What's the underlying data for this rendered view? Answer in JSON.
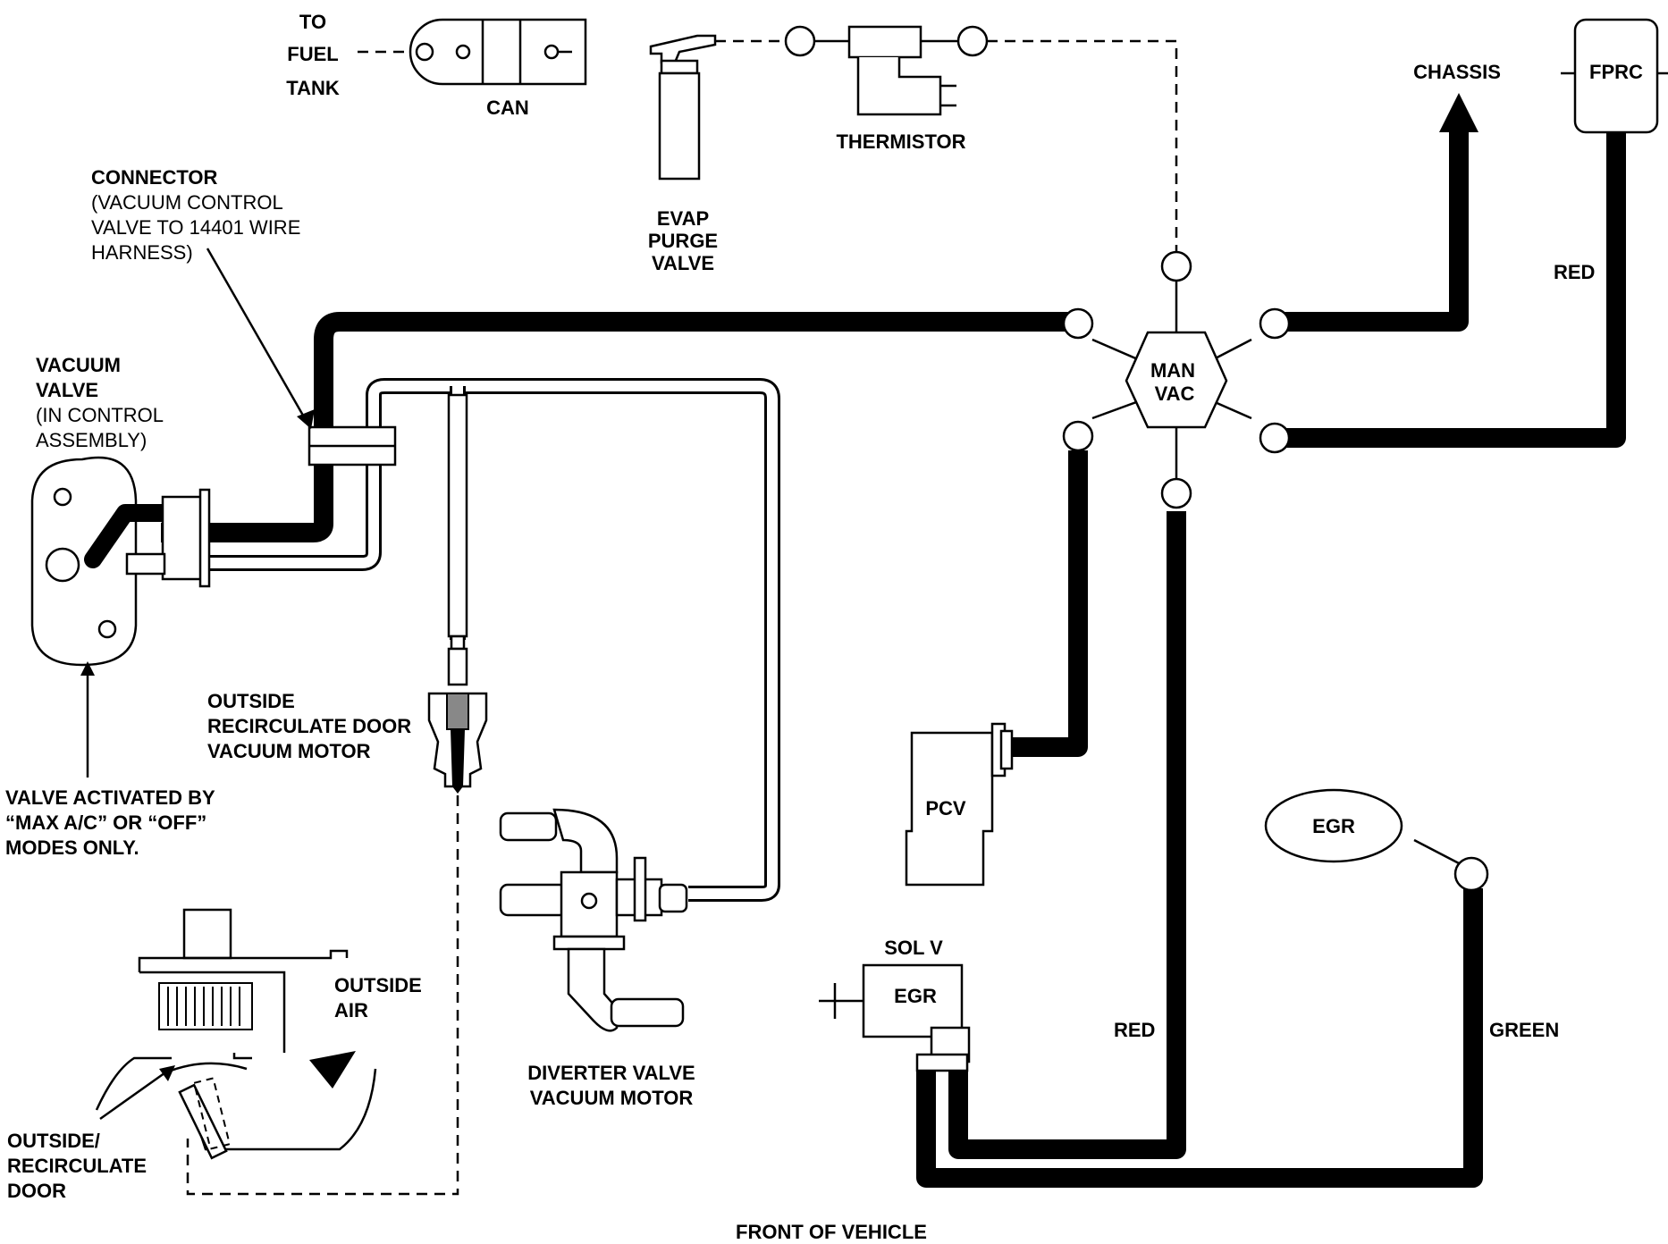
{
  "labels": {
    "to_fuel_tank": [
      "TO",
      "FUEL",
      "TANK"
    ],
    "can": "CAN",
    "evap_purge_valve": [
      "EVAP",
      "PURGE",
      "VALVE"
    ],
    "thermistor": "THERMISTOR",
    "chassis": "CHASSIS",
    "fprc": "FPRC",
    "connector": [
      "CONNECTOR",
      "(VACUUM CONTROL",
      "VALVE TO 14401 WIRE",
      "HARNESS)"
    ],
    "vacuum_valve": [
      "VACUUM",
      "VALVE",
      "(IN CONTROL",
      "ASSEMBLY)"
    ],
    "red_upper": "RED",
    "man_vac": [
      "MAN",
      "VAC"
    ],
    "outside_recirculate_door_vacuum_motor": [
      "OUTSIDE",
      "RECIRCULATE DOOR",
      "VACUUM MOTOR"
    ],
    "valve_activated": [
      "VALVE ACTIVATED BY",
      "“MAX A/C” OR “OFF”",
      "MODES ONLY."
    ],
    "pcv": "PCV",
    "egr_top": "EGR",
    "sol_v": "SOL V",
    "egr_sol": "EGR",
    "outside_air": [
      "OUTSIDE",
      "AIR"
    ],
    "diverter_valve_vacuum_motor": [
      "DIVERTER VALVE",
      "VACUUM MOTOR"
    ],
    "red_lower": "RED",
    "green": "GREEN",
    "outside_recirculate_door": [
      "OUTSIDE/",
      "RECIRCULATE",
      "DOOR"
    ],
    "front_of_vehicle": "FRONT OF VEHICLE"
  }
}
